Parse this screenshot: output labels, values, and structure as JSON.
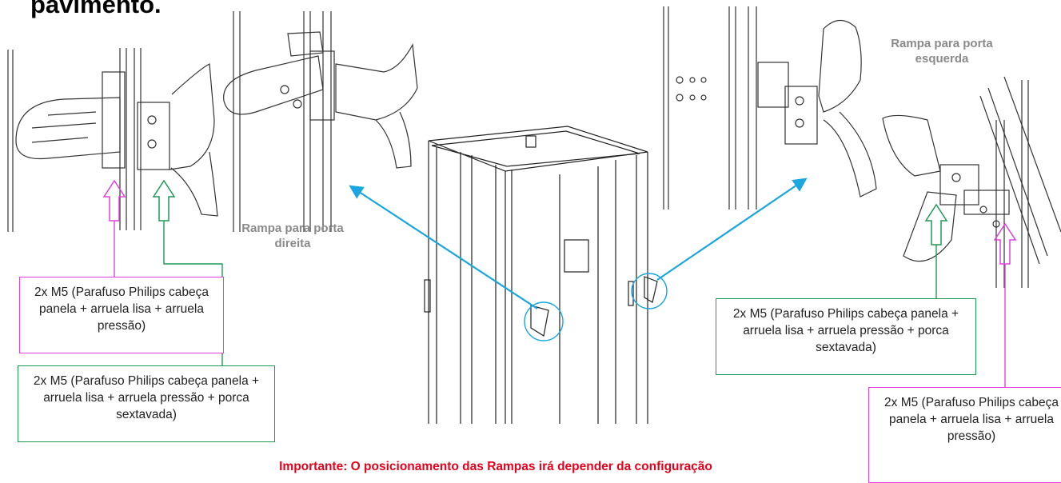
{
  "title": "pavimento.",
  "labels": {
    "right_door_ramp": "Rampa para porta direita",
    "left_door_ramp": "Rampa para porta esquerda"
  },
  "callouts": {
    "top_left": "2x M5 (Parafuso Philips cabeça panela +  arruela lisa + arruela pressão)",
    "bottom_left": "2x M5 (Parafuso Philips cabeça panela +  arruela lisa + arruela pressão + porca sextavada)",
    "right_green": "2x M5 (Parafuso Philips cabeça panela +  arruela lisa + arruela pressão + porca sextavada)",
    "right_pink": "2x M5 (Parafuso Philips cabeça panela + arruela lisa + arruela pressão)"
  },
  "important_note": "Importante: O posicionamento das Rampas irá depender da configuração",
  "colors": {
    "pink": "#e040e0",
    "green": "#1f9a55",
    "arrow_blue": "#1aa7df",
    "note_red": "#e8001b",
    "label_grey": "#8a8a8a"
  }
}
